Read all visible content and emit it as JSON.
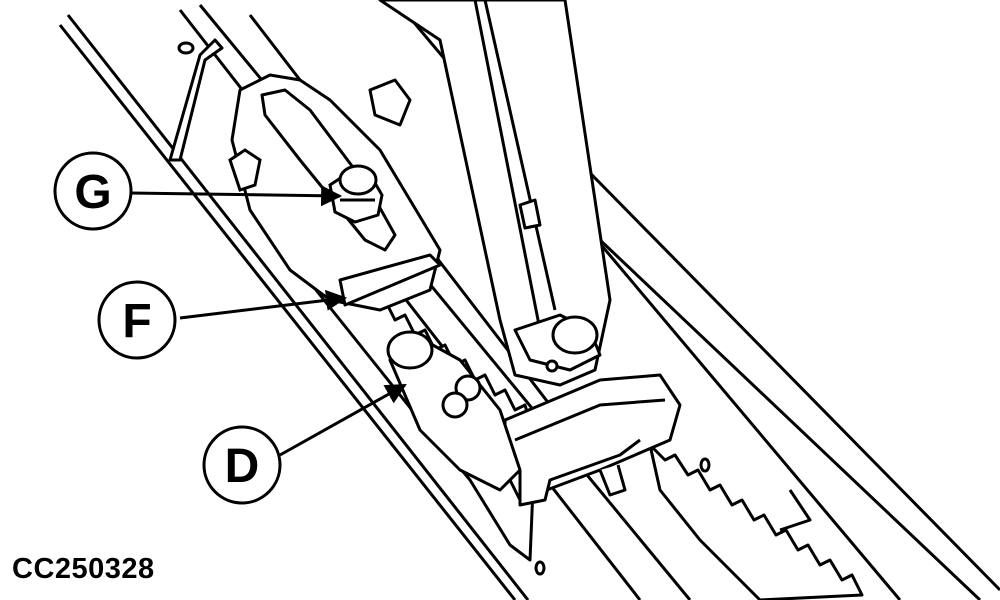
{
  "diagram": {
    "figure_id": "CC250328",
    "callouts": [
      {
        "letter": "G"
      },
      {
        "letter": "F"
      },
      {
        "letter": "D"
      }
    ],
    "colors": {
      "ink": "#000000",
      "paper": "#ffffff"
    }
  }
}
